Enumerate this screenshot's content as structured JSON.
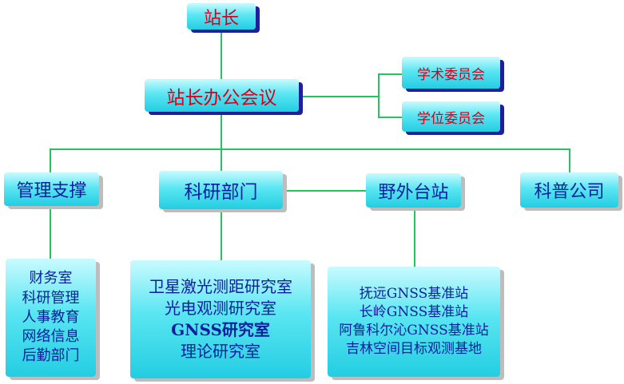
{
  "top": {
    "label": "站长"
  },
  "office": {
    "label": "站长办公会议"
  },
  "committees": [
    {
      "label": "学术委员会"
    },
    {
      "label": "学位委员会"
    }
  ],
  "departments": [
    {
      "label": "管理支撑"
    },
    {
      "label": "科研部门"
    },
    {
      "label": "野外台站"
    },
    {
      "label": "科普公司"
    }
  ],
  "management_units": [
    "财务室",
    "科研管理",
    "人事教育",
    "网络信息",
    "后勤部门"
  ],
  "research_units": [
    "卫星激光测距研究室",
    "光电观测研究室",
    "GNSS研究室",
    "理论研究室"
  ],
  "field_stations": [
    "抚远GNSS基准站",
    "长岭GNSS基准站",
    "阿鲁科尔沁GNSS基准站",
    "吉林空间目标观测基地"
  ],
  "colors": {
    "box_gradient_top": "#c8fbff",
    "box_gradient_bottom": "#23cde2",
    "connector": "#22c55e",
    "text_red": "#d6001c",
    "text_blue": "#0a1f9e",
    "shadow_navy": "#1f1f9a",
    "shadow_gray": "#bdbdbd"
  }
}
